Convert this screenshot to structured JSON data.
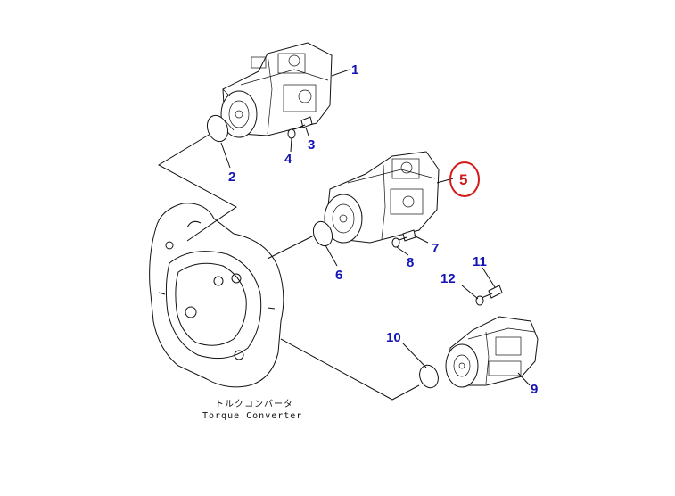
{
  "diagram": {
    "callouts": [
      {
        "id": "1",
        "text": "1"
      },
      {
        "id": "2",
        "text": "2"
      },
      {
        "id": "3",
        "text": "3"
      },
      {
        "id": "4",
        "text": "4"
      },
      {
        "id": "5",
        "text": "5"
      },
      {
        "id": "6",
        "text": "6"
      },
      {
        "id": "7",
        "text": "7"
      },
      {
        "id": "8",
        "text": "8"
      },
      {
        "id": "9",
        "text": "9"
      },
      {
        "id": "10",
        "text": "10"
      },
      {
        "id": "11",
        "text": "11"
      },
      {
        "id": "12",
        "text": "12"
      }
    ],
    "highlighted_callout": "5",
    "caption": {
      "japanese": "トルクコンバータ",
      "english": "Torque Converter"
    },
    "colors": {
      "label": "#1414b4",
      "highlight": "#d41a1a",
      "line": "#111111"
    }
  }
}
